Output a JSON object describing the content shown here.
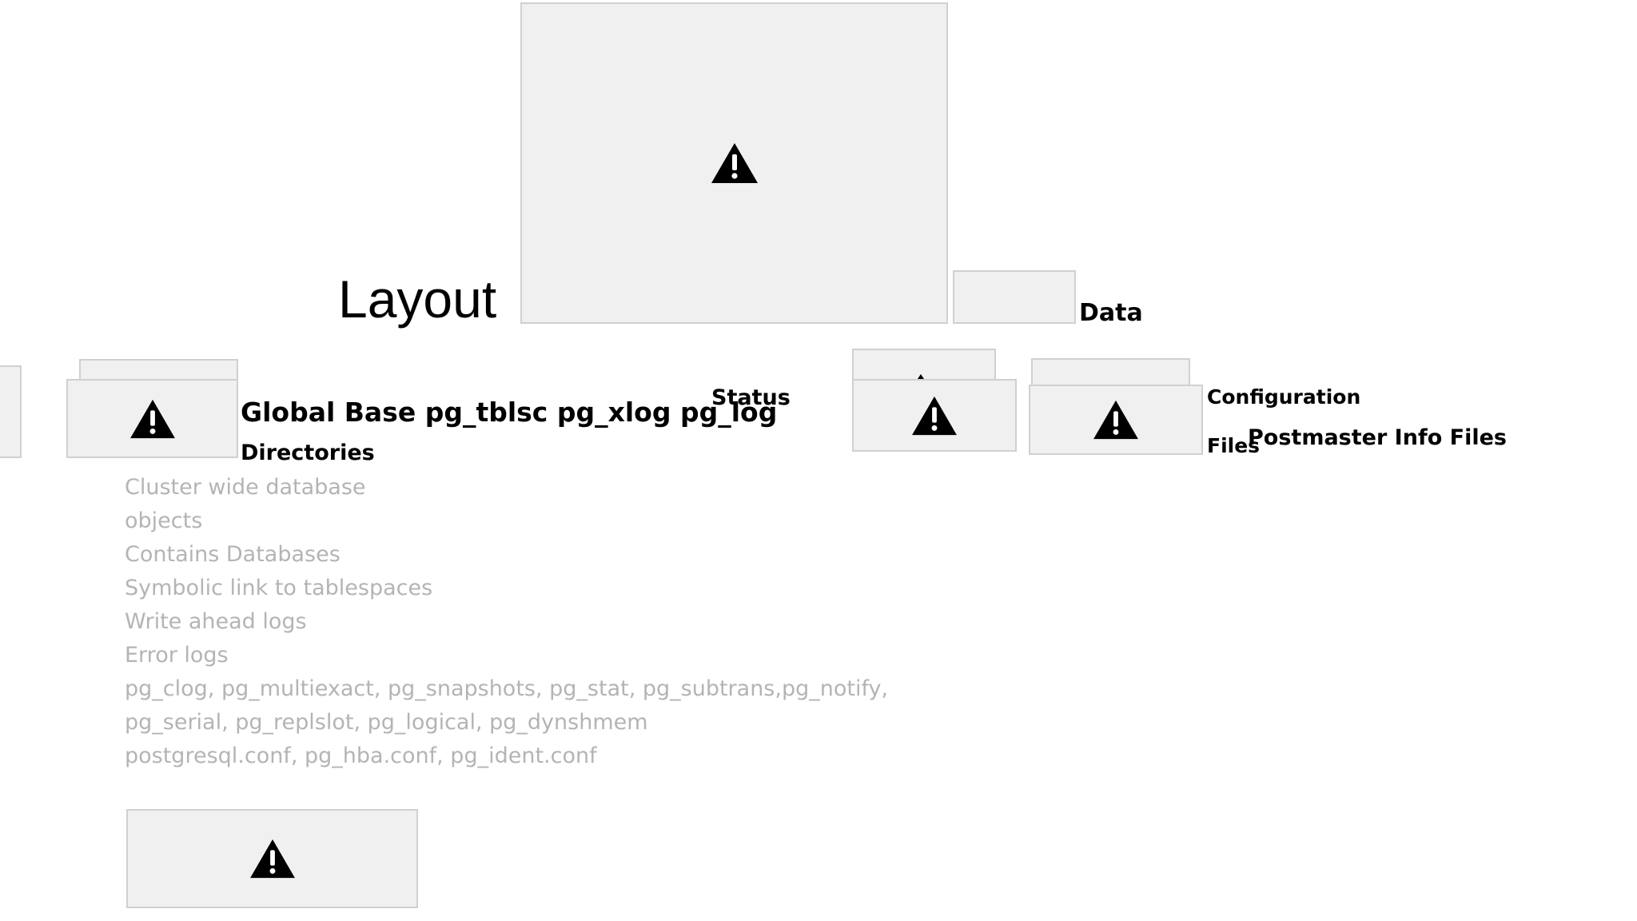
{
  "slide": {
    "title": "Layout",
    "heading_data": "Data",
    "heading_dirs": "Global Base pg_tblsc pg_xlog pg_log",
    "label_directories": "Directories",
    "label_status": "Status",
    "label_configuration": "Configuration",
    "label_files": "Files",
    "label_postmaster": "Postmaster  Info Files",
    "descriptions": [
      "Cluster wide  database",
      "objects",
      "Contains  Databases",
      "Symbolic link to  tablespaces",
      "Write ahead  logs",
      "Error logs",
      "pg_clog, pg_multiexact,  pg_snapshots, pg_stat,  pg_subtrans,pg_notify,",
      "pg_serial, pg_replslot,  pg_logical, pg_dynshmem",
      "postgresql.conf,  pg_hba.conf,  pg_ident.conf"
    ]
  },
  "icons": {
    "broken_image": "warning-icon"
  },
  "colors": {
    "placeholder_fill": "#f0f0f0",
    "placeholder_border": "#d0d0d0",
    "muted_text": "#b4b4b4",
    "text": "#000000"
  }
}
